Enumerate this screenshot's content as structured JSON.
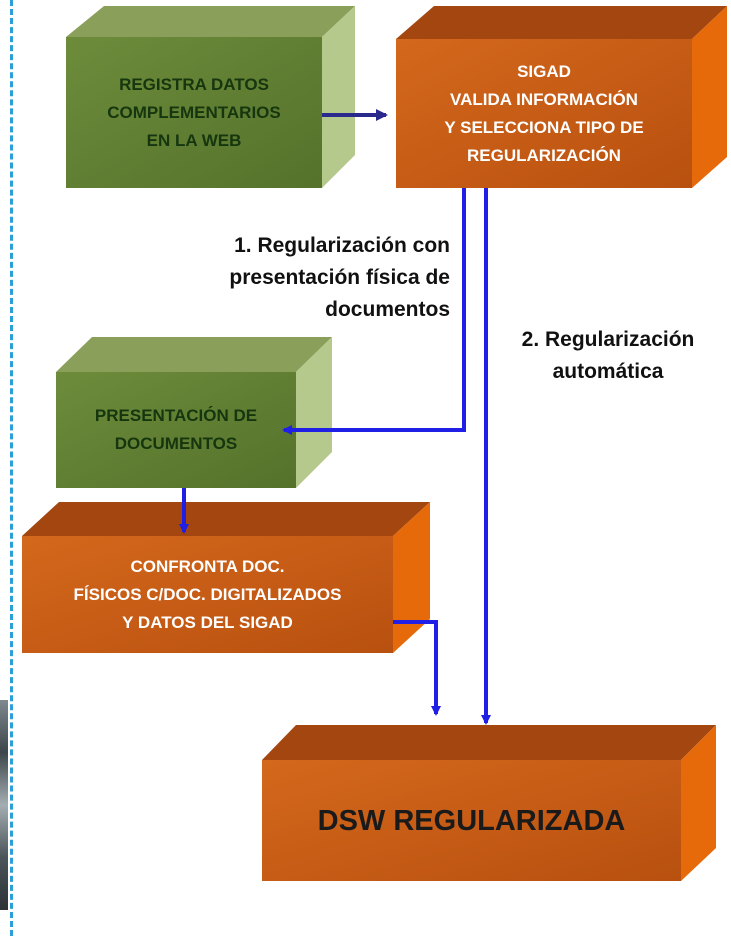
{
  "nodes": {
    "registra": {
      "text": "REGISTRA DATOS\nCOMPLEMENTARIOS\nEN LA WEB",
      "color": "#5f7d32"
    },
    "sigad": {
      "text": "SIGAD\nVALIDA INFORMACIÓN\nY SELECCIONA TIPO DE\nREGULARIZACIÓN",
      "color": "#c75812"
    },
    "presentacion": {
      "text": "PRESENTACIÓN DE\nDOCUMENTOS",
      "color": "#5f7d32"
    },
    "confronta": {
      "text": "CONFRONTA DOC.\nFÍSICOS C/DOC. DIGITALIZADOS\nY DATOS DEL SIGAD",
      "color": "#c75812"
    },
    "dsw": {
      "text": "DSW REGULARIZADA",
      "color": "#c75812"
    }
  },
  "edges": {
    "fisica": {
      "label": "1. Regularización con\npresentación física de\ndocumentos"
    },
    "automatica": {
      "label": "2. Regularización\nautomática"
    }
  },
  "colors": {
    "arrow": "#1f1fe6",
    "arrow_dark": "#2a2a8c",
    "border": "#2c9fd8"
  }
}
